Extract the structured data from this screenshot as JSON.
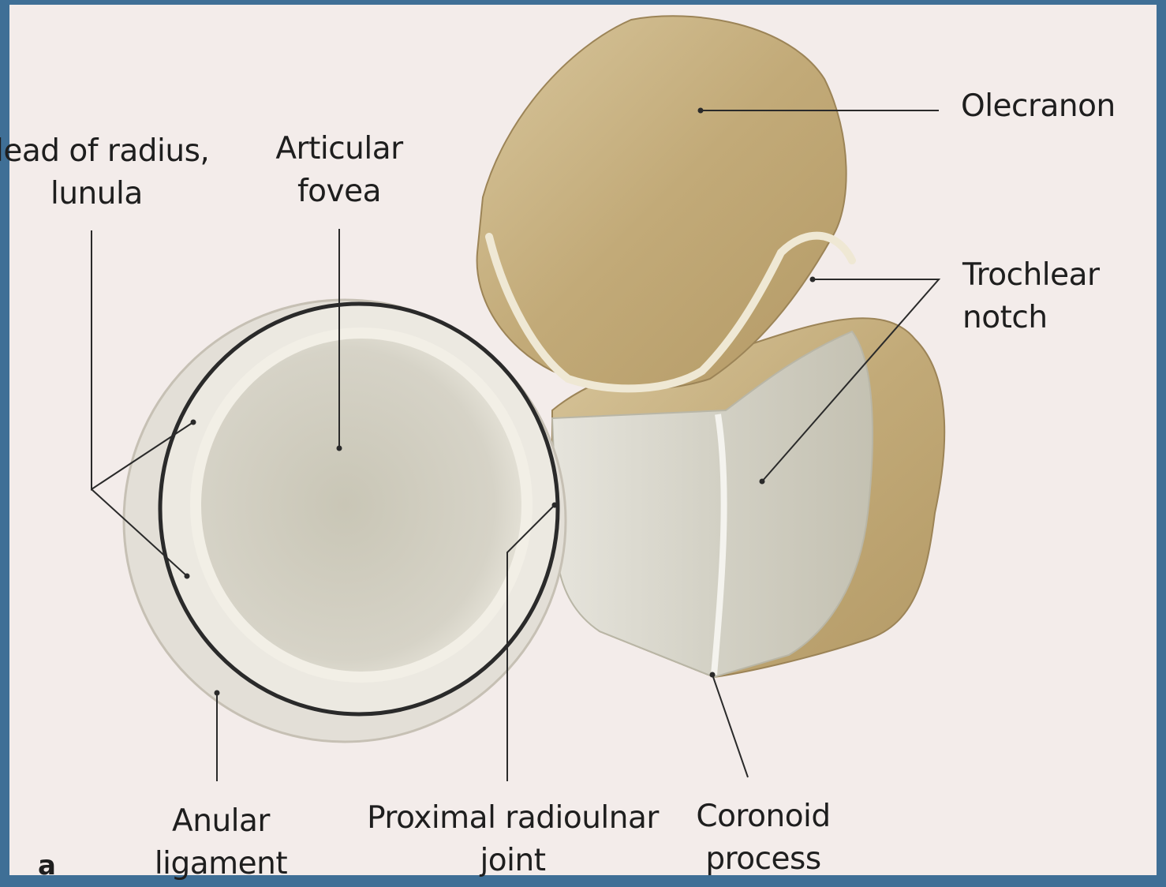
{
  "figure": {
    "panel_letter": "a",
    "labels": {
      "head_of_radius": [
        "lead of radius,",
        "lunula"
      ],
      "articular_fovea": [
        "Articular",
        "fovea"
      ],
      "olecranon": [
        "Olecranon"
      ],
      "trochlear_notch": [
        "Trochlear",
        "notch"
      ],
      "anular_ligament": [
        "Anular",
        "ligament"
      ],
      "proximal_radioulnar_joint": [
        "Proximal radioulnar",
        "joint"
      ],
      "coronoid_process": [
        "Coronoid",
        "process"
      ]
    }
  },
  "colors": {
    "frame": "#3f6f96",
    "paper": "#f3ecea",
    "bone": "#c9b48a",
    "cartilage": "#dcdad0",
    "leader_line": "#2a2a2a"
  }
}
